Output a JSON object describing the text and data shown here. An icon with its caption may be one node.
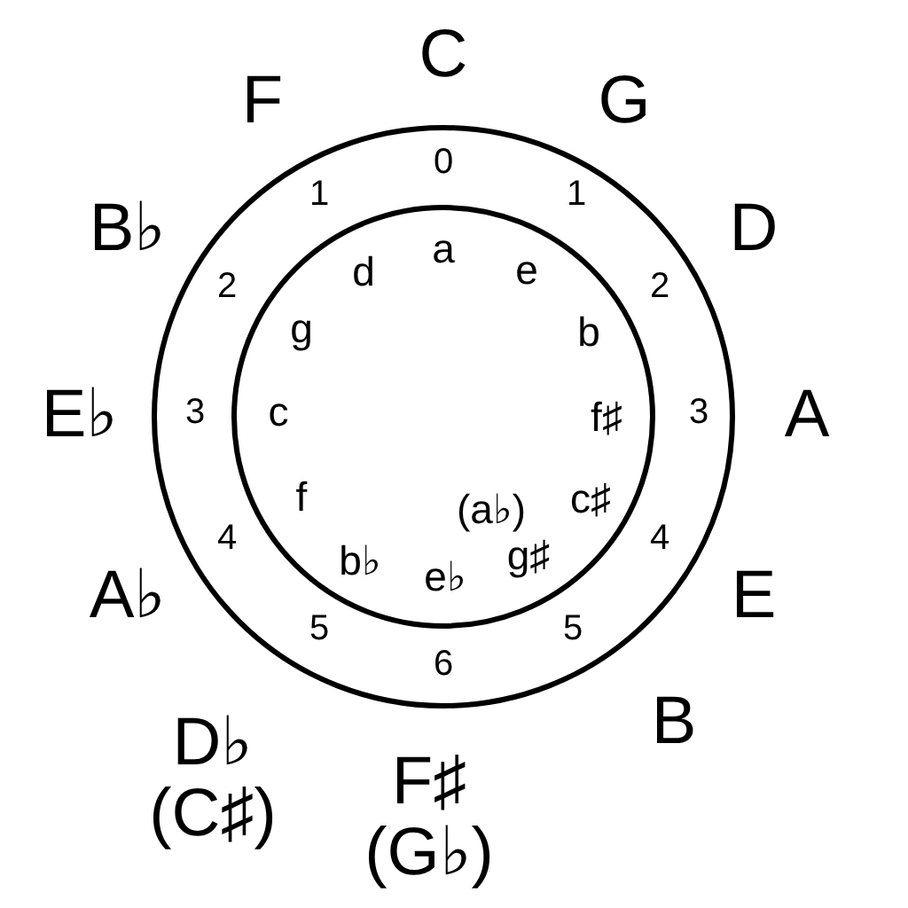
{
  "diagram": {
    "labels": [
      "C",
      "G",
      "D",
      "A",
      "E",
      "B",
      "F♯ (G♭)",
      "D♭ (C♯)",
      "A♭",
      "E♭",
      "B♭",
      "F",
      "0",
      "1",
      "2",
      "3",
      "4",
      "5",
      "6",
      "5",
      "4",
      "3",
      "2",
      "1",
      "a",
      "e",
      "b",
      "f♯",
      "c♯",
      "g♯",
      "(a♭)",
      "e♭",
      "b♭",
      "f",
      "c",
      "g",
      "d"
    ]
  }
}
